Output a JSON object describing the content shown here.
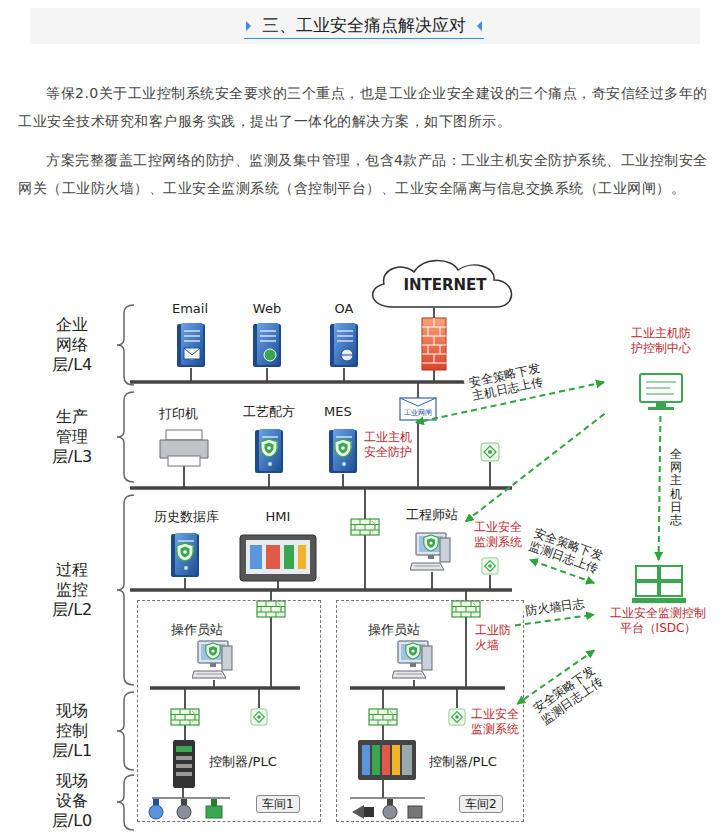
{
  "diagram": {
    "title": "三、工业安全痛点解决应对",
    "nodes": [
      {
        "text": [
          "INTERNET"
        ]
      },
      {
        "text": [
          "Email"
        ]
      },
      {
        "text": [
          "Web"
        ]
      },
      {
        "text": [
          "OA"
        ]
      },
      {
        "text": [
          "打印机"
        ]
      },
      {
        "text": [
          "工艺配方"
        ]
      },
      {
        "text": [
          "MES",
          "工业主机安全防护"
        ]
      },
      {
        "text": [
          "历史数据库"
        ]
      },
      {
        "text": [
          "HMI"
        ]
      },
      {
        "text": [
          "工程师站"
        ]
      },
      {
        "text": [
          "工业安全监测系统"
        ]
      },
      {
        "text": [
          "车间1"
        ]
      },
      {
        "text": [
          "操作员站"
        ],
        "in": 11
      },
      {
        "text": [
          "控制器/PLC"
        ],
        "in": 11
      },
      {
        "text": [
          "车间2"
        ]
      },
      {
        "text": [
          "操作员站"
        ],
        "in": 14
      },
      {
        "text": [
          "工业防火墙"
        ],
        "in": 14
      },
      {
        "text": [
          "控制器/PLC"
        ],
        "in": 14
      },
      {
        "text": [
          "工业安全监测系统"
        ],
        "in": 14
      },
      {
        "text": [
          "工业主机防护控制中心"
        ]
      },
      {
        "text": [
          "工业安全监测控制平台（ISDC）"
        ]
      }
    ],
    "edges": [
      {
        "from": 19,
        "to": 6,
        "arrow": "both",
        "label": "安全策略下发 主机日志上传"
      },
      {
        "from": 19,
        "to": 9,
        "arrow": "to"
      },
      {
        "from": 19,
        "to": 20,
        "arrow": "to",
        "label": "全网主机日志"
      },
      {
        "from": 20,
        "to": 10,
        "arrow": "both",
        "label": "安全策略下发 监测日志上传"
      },
      {
        "from": 16,
        "to": 20,
        "arrow": "to",
        "label": "防火墙日志"
      },
      {
        "from": 20,
        "to": 18,
        "arrow": "both",
        "label": "安全策略下发 监测日志上传"
      }
    ],
    "labels": [
      "等保2.0关于工业控制系统安全要求的三个重点，也是工业企业安全建设的三个痛点，奇安信经过多年的工业安全技术研究和客户服务实践，提出了一体化的解决方案，如下图所示。",
      "方案完整覆盖工控网络的防护、监测及集中管理，包含4款产品：工业主机安全防护系统、工业控制安全网关（工业防火墙）、工业安全监测系统（含控制平台）、工业安全隔离与信息交换系统（工业网闸）。",
      "企业网络层/L4",
      "生产管理层/L3",
      "过程监控层/L2",
      "现场控制层/L1",
      "现场设备层/L0",
      "工业网闸"
    ]
  }
}
